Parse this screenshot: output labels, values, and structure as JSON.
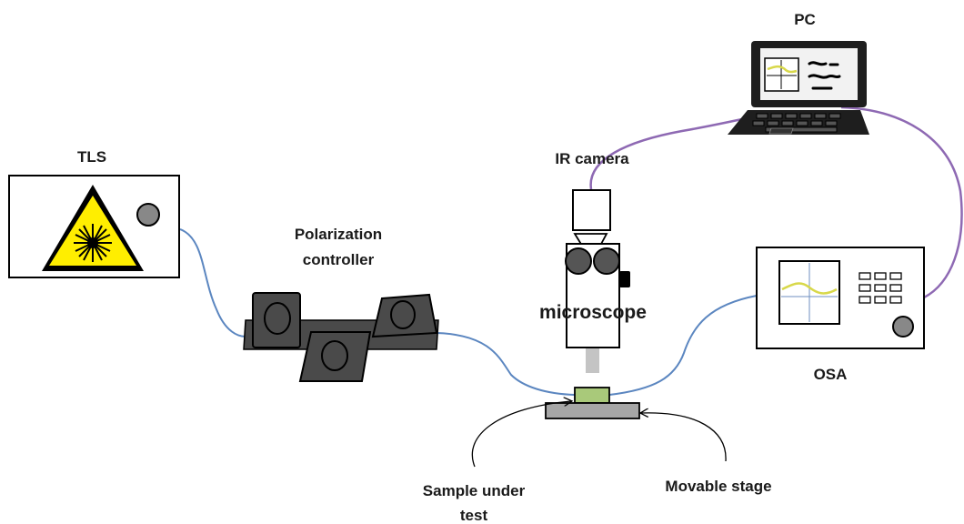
{
  "labels": {
    "pc": "PC",
    "tls": "TLS",
    "ir_camera": "IR camera",
    "polarization_line1": "Polarization",
    "polarization_line2": "controller",
    "microscope": "microscope",
    "osa": "OSA",
    "sample_line1": "Sample under",
    "sample_line2": "test",
    "movable_stage": "Movable stage"
  },
  "icons": {
    "laser_warning": "laser-hazard-icon",
    "pc": "laptop-icon"
  },
  "colors": {
    "fiber": "#5b86c0",
    "data_cable": "#8e69b3",
    "laser_yellow": "#ffee00",
    "paddle_gray": "#4a4a4a",
    "sample_green": "#a9c97a",
    "stage_gray": "#a6a6a6",
    "trace_yellow": "#d8d84a",
    "osa_knob": "#888888"
  }
}
